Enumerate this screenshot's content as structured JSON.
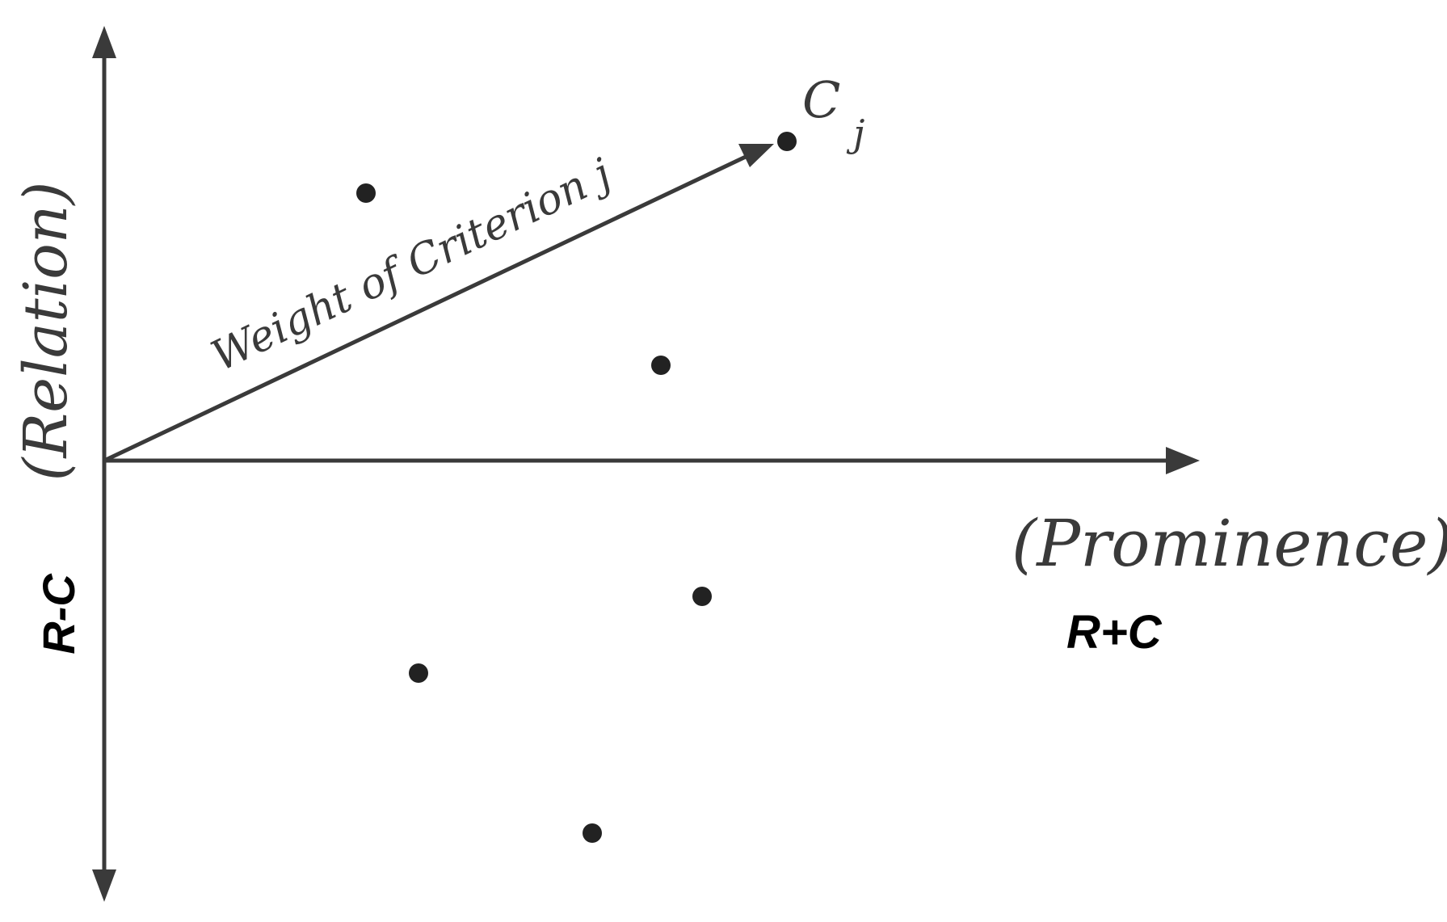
{
  "diagram": {
    "vertical_axis": {
      "name_label": "(Relation)",
      "formula_label": "R-C"
    },
    "horizontal_axis": {
      "name_label": "(Prominence)",
      "formula_label": "R+C"
    },
    "weight_vector": {
      "label": "Weight of Criterion j",
      "criterion_symbol": "C",
      "criterion_subscript": "j"
    },
    "points_count_note": null
  },
  "colors": {
    "axis": "#3a3a3a",
    "point": "#222222",
    "formula_text": "#000000",
    "background": "#ffffff"
  }
}
